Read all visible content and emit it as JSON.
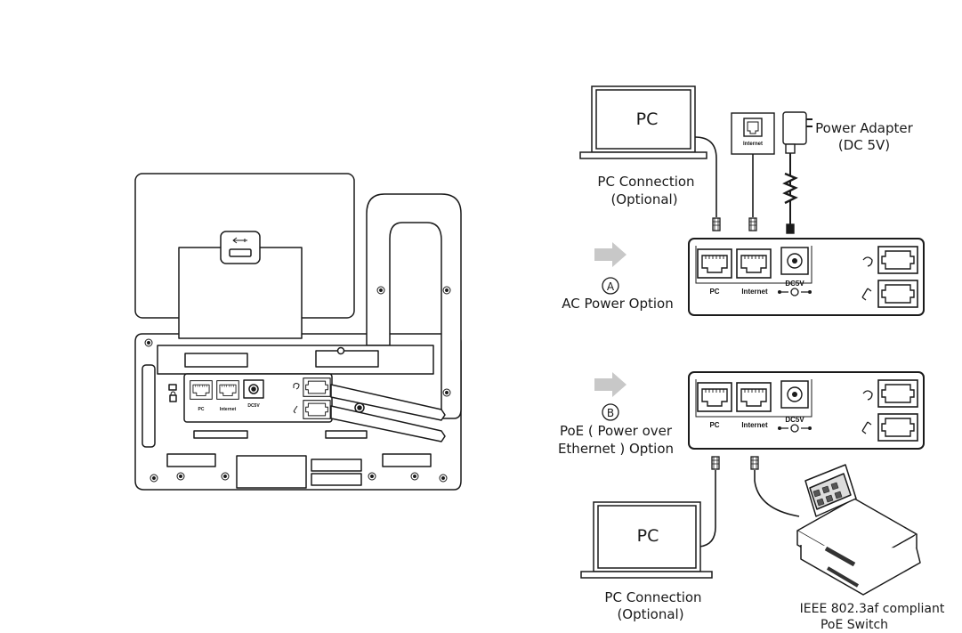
{
  "diagram": {
    "phone_rear": {
      "port_labels": {
        "pc": "PC",
        "internet": "Internet",
        "dc": "DC5V"
      }
    },
    "ac_option": {
      "pc_box_label": "PC",
      "pc_connection": [
        "PC Connection",
        "(Optional)"
      ],
      "wall_jack_label": "Internet",
      "power_adapter": [
        "Power Adapter",
        "(DC 5V)"
      ],
      "marker": "A",
      "option_label": "AC Power Option",
      "port_labels": {
        "pc": "PC",
        "internet": "Internet",
        "dc": "DC5V"
      }
    },
    "poe_option": {
      "marker": "B",
      "option_label": [
        "PoE ( Power over",
        "Ethernet ) Option"
      ],
      "port_labels": {
        "pc": "PC",
        "internet": "Internet",
        "dc": "DC5V"
      },
      "pc_box_label": "PC",
      "pc_connection": [
        "PC Connection",
        "(Optional)"
      ],
      "switch_label": [
        "IEEE 802.3af compliant",
        "PoE Switch"
      ]
    },
    "colors": {
      "line": "#1a1a1a",
      "arrow": "#c8c8c8",
      "fill": "#ffffff"
    }
  }
}
